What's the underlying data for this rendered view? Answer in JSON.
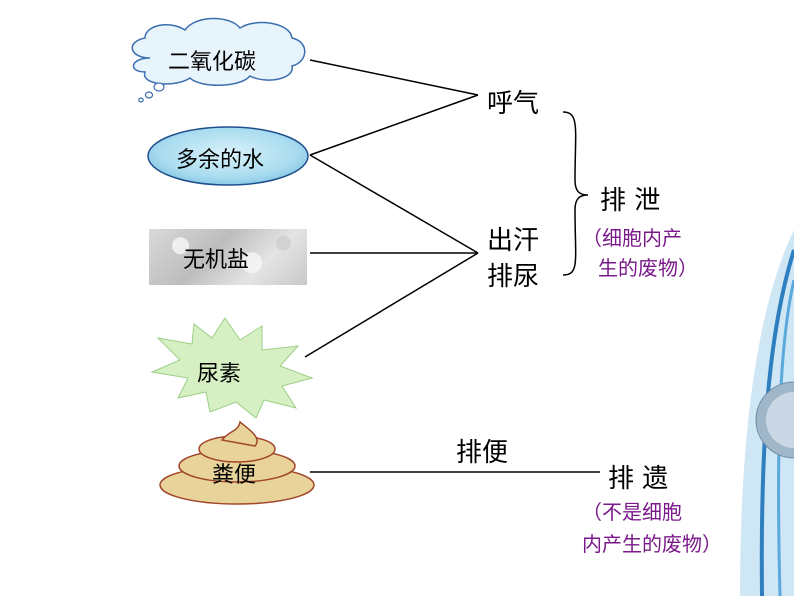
{
  "nodes": {
    "co2": "二氧化碳",
    "water": "多余的水",
    "salt": "无机盐",
    "urea": "尿素",
    "feces": "粪便"
  },
  "routes": {
    "breath": "呼气",
    "sweat": "出汗",
    "urine": "排尿",
    "defecate": "排便"
  },
  "results": {
    "excretion": "排 泄",
    "excretion_note_1": "（细胞内产",
    "excretion_note_2": "生的废物）",
    "egestion": "排 遗",
    "egestion_note_1": "（不是细胞",
    "egestion_note_2": "内产生的废物）"
  },
  "colors": {
    "note_text": "#7a1a8a",
    "water_fill": "#a9dcef",
    "feces_fill": "#e8d49a",
    "urea_fill": "#d6f0c4"
  }
}
